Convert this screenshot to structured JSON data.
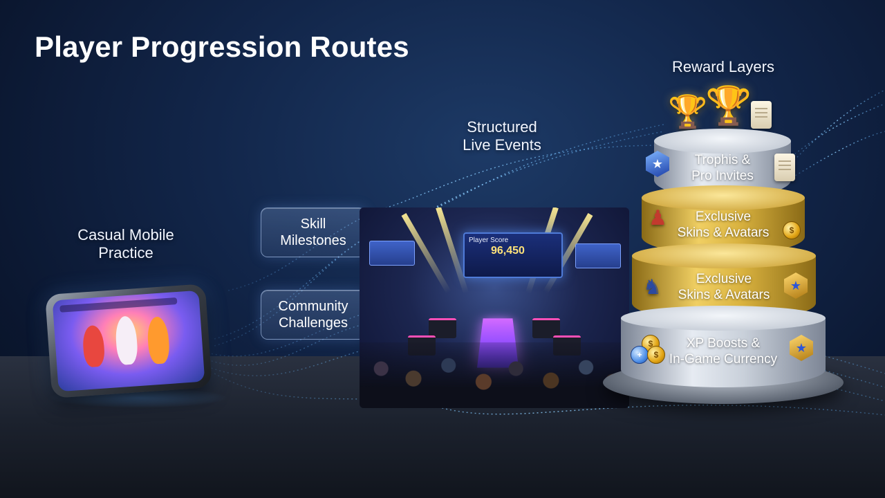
{
  "title": "Player Progression Routes",
  "stages": {
    "casual": "Casual Mobile\nPractice",
    "live_events": "Structured\nLive Events",
    "reward_layers": "Reward Layers"
  },
  "pathways": {
    "skill": "Skill\nMilestones",
    "community": "Community\nChallenges"
  },
  "arena": {
    "scoreboard_title": "Player Score",
    "scoreboard_value": "96,450"
  },
  "tiers": [
    {
      "label": "Trophis &\nPro Invites",
      "style": "silver"
    },
    {
      "label": "Exclusive\nSkins & Avatars",
      "style": "gold"
    },
    {
      "label": "Exclusive\nSkins & Avatars",
      "style": "gold"
    },
    {
      "label": "XP Boosts &\nIn-Game Currency",
      "style": "silver"
    }
  ],
  "colors": {
    "background": "#12264a",
    "wave": "#5fb4ff",
    "gold": "#e2b43f",
    "silver": "#c9d0da"
  },
  "icons": [
    "trophy-icon",
    "scroll-icon",
    "star-badge-icon",
    "coin-icon",
    "avatar-icon"
  ]
}
